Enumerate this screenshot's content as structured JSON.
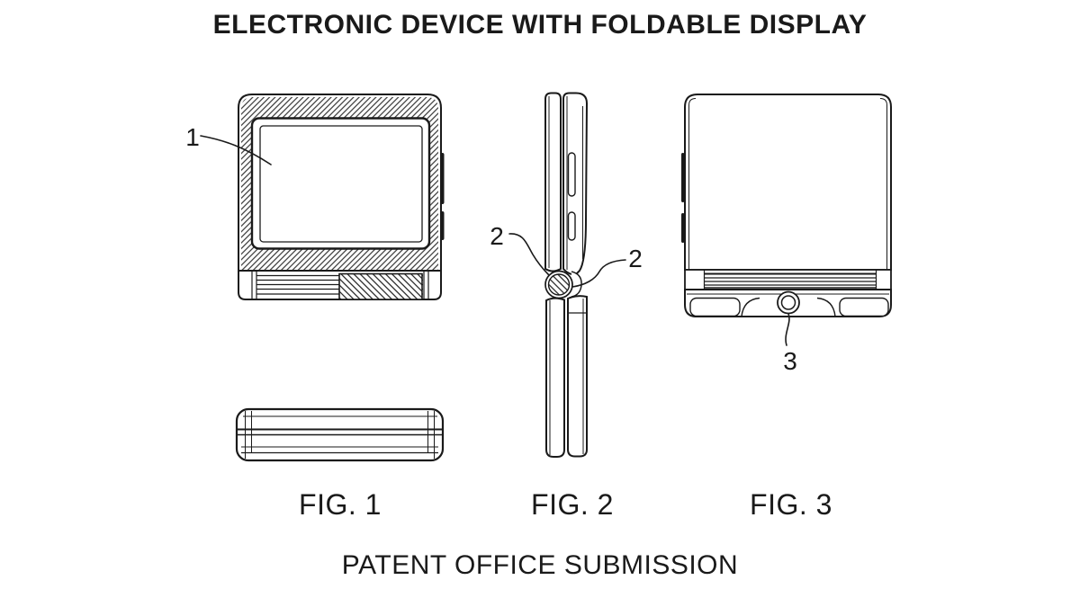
{
  "document": {
    "title": "ELECTRONIC DEVICE WITH FOLDABLE DISPLAY",
    "footer": "PATENT OFFICE SUBMISSION"
  },
  "figures": {
    "fig1": {
      "caption": "FIG. 1"
    },
    "fig2": {
      "caption": "FIG. 2"
    },
    "fig3": {
      "caption": "FIG. 3"
    }
  },
  "reference_labels": {
    "display": "1",
    "hinge_left": "2",
    "hinge_right": "2",
    "camera": "3"
  },
  "colors": {
    "ink": "#1a1a1a",
    "background": "#ffffff"
  }
}
